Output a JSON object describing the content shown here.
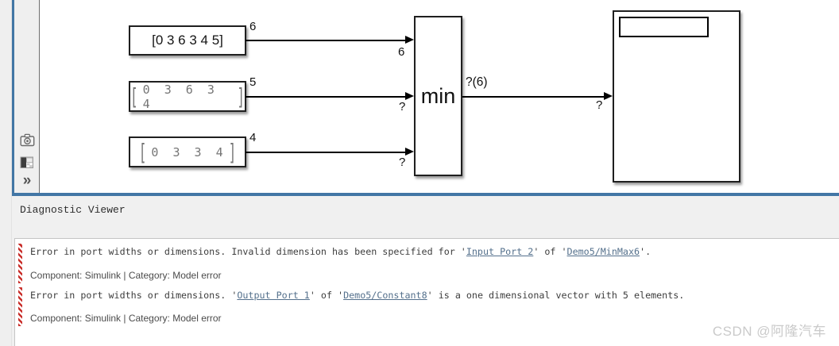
{
  "sidebar": {
    "expand_glyph": "»"
  },
  "diagram": {
    "constant1": {
      "value": "[0 3 6 3 4 5]",
      "width_label": "6"
    },
    "constant2": {
      "open": "[",
      "digits": "0 3 6 3 4",
      "close": "]",
      "width_label": "5"
    },
    "constant3": {
      "open": "[",
      "digits": "0 3 3 4",
      "close": "]",
      "width_label": "4"
    },
    "min_block": {
      "label": "min",
      "in_port_labels": [
        "6",
        "?",
        "?"
      ],
      "out_label": "?(6)"
    },
    "display_block": {
      "in_port_label": "?"
    }
  },
  "diagnostic": {
    "title": "Diagnostic Viewer",
    "messages": [
      {
        "pre": "Error in port widths or dimensions. Invalid dimension has been specified for '",
        "link1": "Input Port 2",
        "mid": "' of '",
        "link2": "Demo5/MinMax6",
        "post": "'.",
        "component": "Component: Simulink | Category: Model error"
      },
      {
        "pre": "Error in port widths or dimensions. '",
        "link1": "Output Port 1",
        "mid": "' of '",
        "link2": "Demo5/Constant8",
        "post": "' is a one dimensional vector with 5 elements.",
        "component": "Component: Simulink | Category: Model error"
      }
    ]
  },
  "watermark": "CSDN @阿隆汽车"
}
